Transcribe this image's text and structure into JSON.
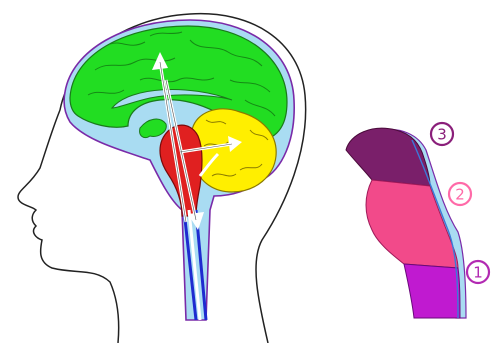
{
  "labels": [
    {
      "id": "label-1",
      "text": "1",
      "color": "#b22ab2"
    },
    {
      "id": "label-2",
      "text": "2",
      "color": "#ff6aa8"
    },
    {
      "id": "label-3",
      "text": "3",
      "color": "#8a1f7a"
    }
  ],
  "colors": {
    "cerebrum": "#22dd22",
    "cerebellum": "#ffef00",
    "brainstem": "#e02020",
    "csf": "#a9dcf2",
    "outline": "#7a2aa8",
    "spinal_canal": "#1e2bd0",
    "arrow": "#ffffff",
    "section_top": "#7a1f6a",
    "section_mid": "#f24a8a",
    "section_bottom": "#c01ad0"
  }
}
